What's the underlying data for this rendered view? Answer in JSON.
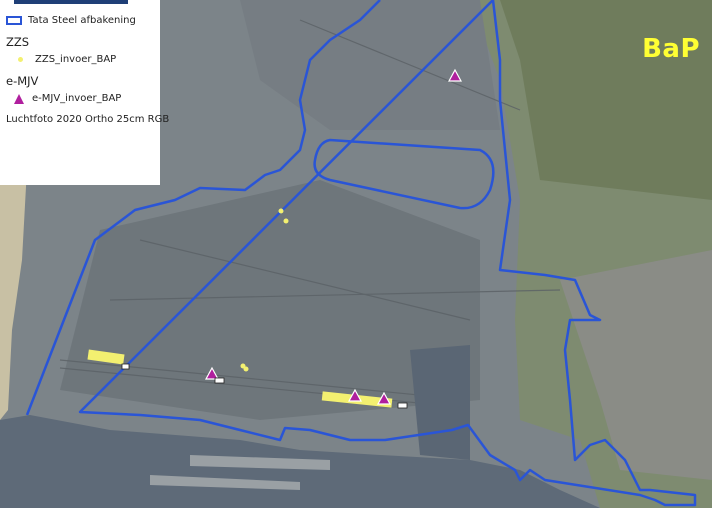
{
  "legend": {
    "boundary_label": "Tata Steel afbakening",
    "group_zzs": "ZZS",
    "zzs_item": "ZZS_invoer_BAP",
    "group_emjv": "e-MJV",
    "emjv_item": "e-MJV_invoer_BAP",
    "basemap": "Luchtfoto 2020 Ortho 25cm RGB"
  },
  "map_title": "BaP",
  "colors": {
    "boundary": "#2a55d6",
    "zzs_marker": "#f3f070",
    "emjv_marker": "#b01f9e",
    "title": "#ffff33"
  }
}
